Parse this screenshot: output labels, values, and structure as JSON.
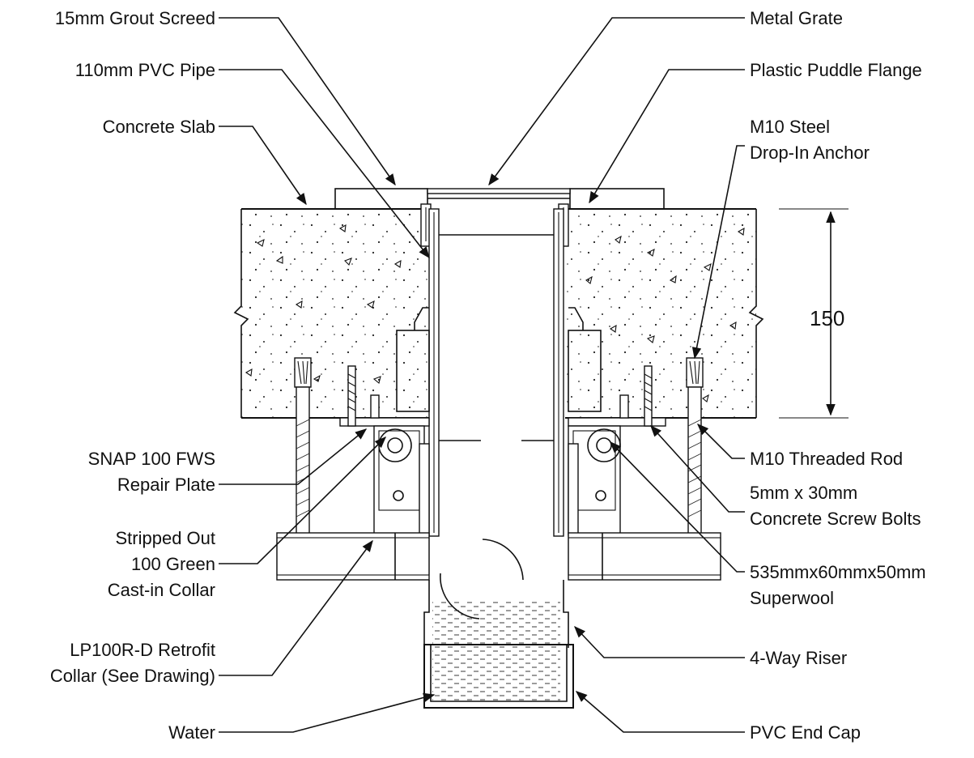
{
  "labels": {
    "grout_screed": "15mm Grout Screed",
    "pvc_pipe": "110mm PVC Pipe",
    "concrete_slab": "Concrete Slab",
    "metal_grate": "Metal Grate",
    "puddle_flange": "Plastic Puddle Flange",
    "anchor_line1": "M10 Steel",
    "anchor_line2": "Drop-In Anchor",
    "dimension": "150",
    "snap_line1": "SNAP 100 FWS",
    "snap_line2": "Repair Plate",
    "collar_line1": "Stripped Out",
    "collar_line2": "100 Green",
    "collar_line3": "Cast-in Collar",
    "retrofit_line1": "LP100R-D Retrofit",
    "retrofit_line2": "Collar (See Drawing)",
    "water": "Water",
    "threaded_rod": "M10 Threaded Rod",
    "screw_line1": "5mm x 30mm",
    "screw_line2": "Concrete Screw Bolts",
    "superwool_line1": "535mmx60mmx50mm",
    "superwool_line2": "Superwool",
    "riser": "4-Way Riser",
    "end_cap": "PVC End Cap"
  }
}
